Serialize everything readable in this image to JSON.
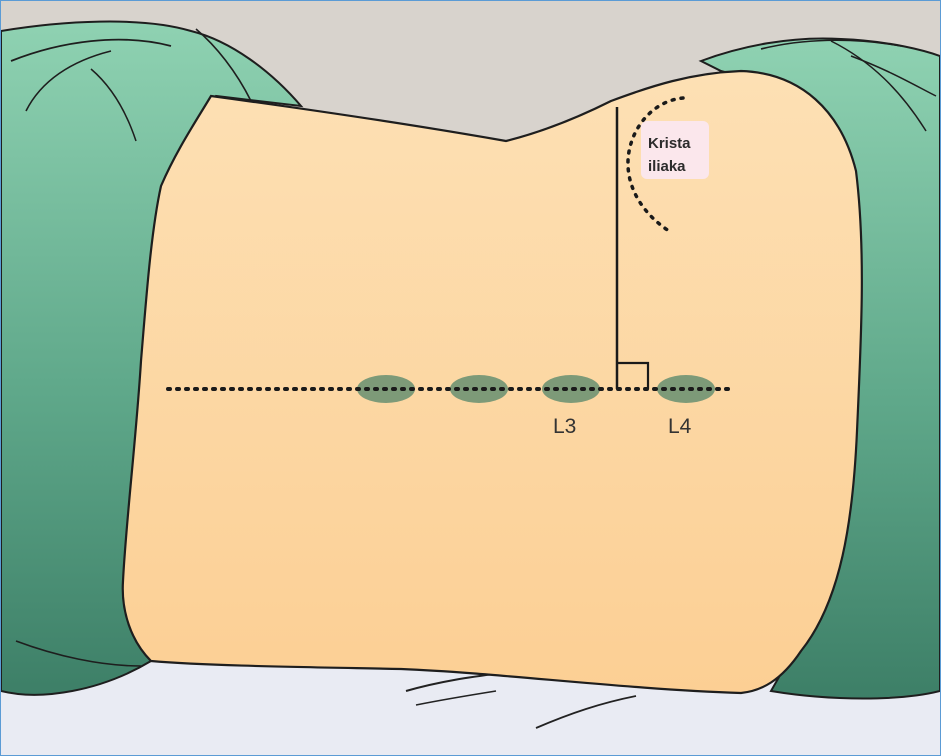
{
  "labels": {
    "crest_line1": "Krista",
    "crest_line2": "iliaka",
    "vertebra_l3": "L3",
    "vertebra_l4": "L4"
  },
  "colors": {
    "background_wall": "#d8d3cd",
    "skin": "#fdd79f",
    "drape_light": "#7fc8a8",
    "drape_dark": "#3d7f67",
    "bed_sheet": "#e8eaf2",
    "vertebra": "#7d9a78",
    "frame_border": "#5b9bd5"
  }
}
